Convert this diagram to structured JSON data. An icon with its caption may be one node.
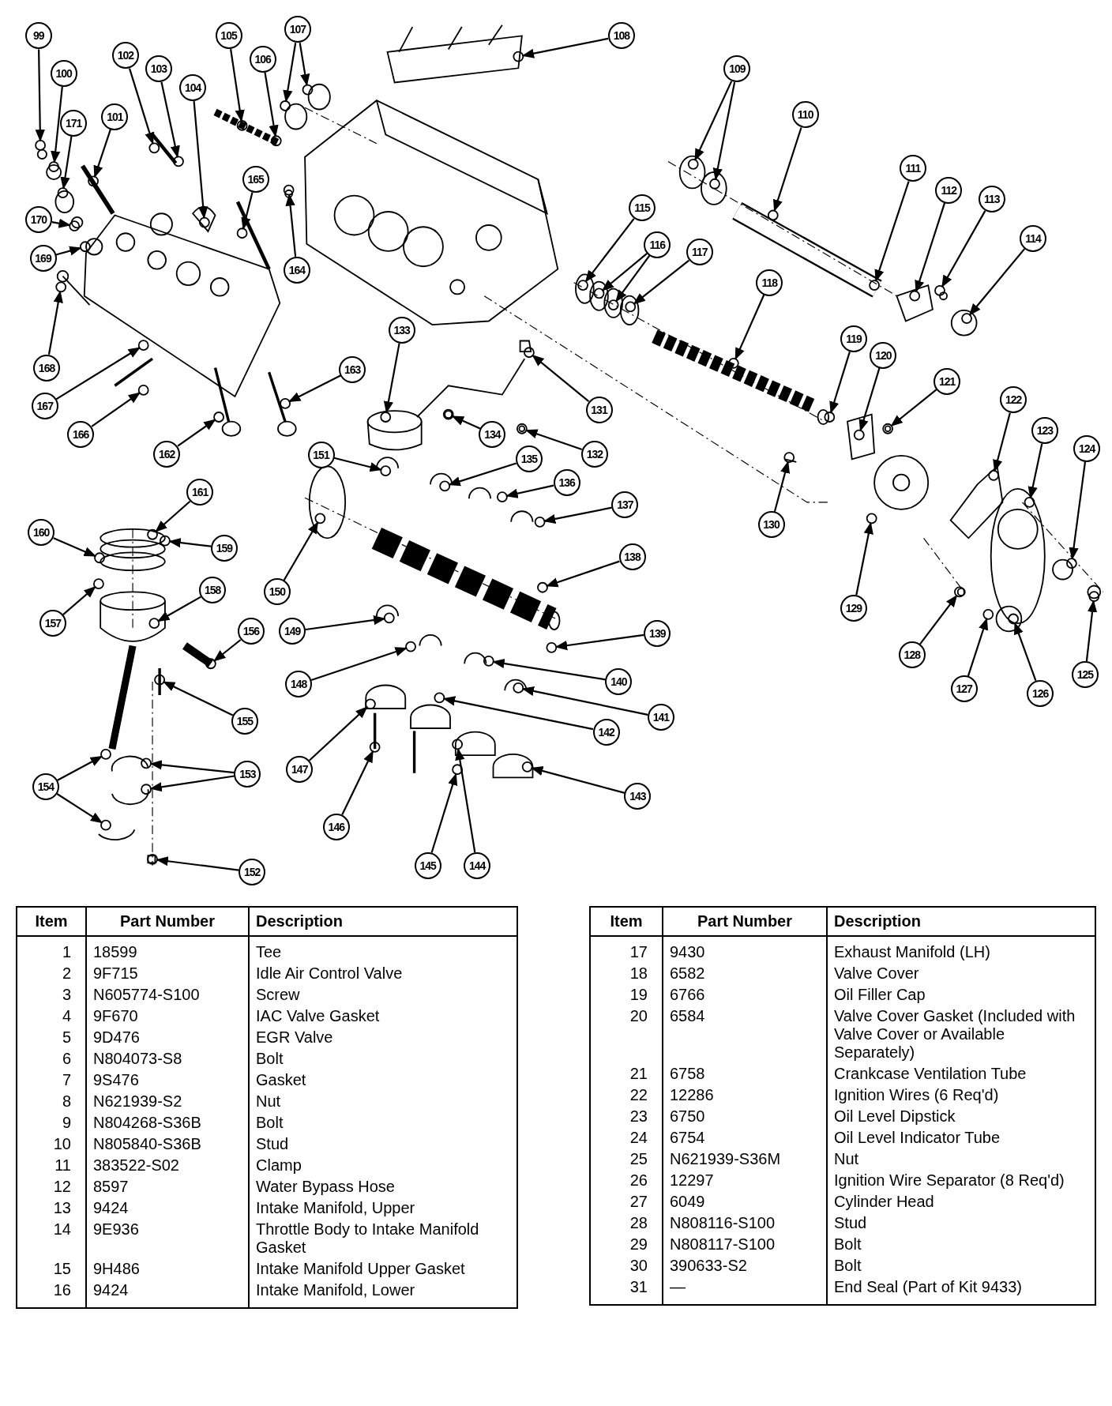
{
  "diagram": {
    "nodes": [
      {
        "text": [
          "99"
        ]
      },
      {
        "text": [
          "100"
        ]
      },
      {
        "text": [
          "101"
        ]
      },
      {
        "text": [
          "102"
        ]
      },
      {
        "text": [
          "103"
        ]
      },
      {
        "text": [
          "104"
        ]
      },
      {
        "text": [
          "105"
        ]
      },
      {
        "text": [
          "106"
        ]
      },
      {
        "text": [
          "107"
        ]
      },
      {
        "text": [
          "108"
        ]
      },
      {
        "text": [
          "109"
        ]
      },
      {
        "text": [
          "110"
        ]
      },
      {
        "text": [
          "111"
        ]
      },
      {
        "text": [
          "112"
        ]
      },
      {
        "text": [
          "113"
        ]
      },
      {
        "text": [
          "114"
        ]
      },
      {
        "text": [
          "115"
        ]
      },
      {
        "text": [
          "116"
        ]
      },
      {
        "text": [
          "117"
        ]
      },
      {
        "text": [
          "118"
        ]
      },
      {
        "text": [
          "119"
        ]
      },
      {
        "text": [
          "120"
        ]
      },
      {
        "text": [
          "121"
        ]
      },
      {
        "text": [
          "122"
        ]
      },
      {
        "text": [
          "123"
        ]
      },
      {
        "text": [
          "124"
        ]
      },
      {
        "text": [
          "125"
        ]
      },
      {
        "text": [
          "126"
        ]
      },
      {
        "text": [
          "127"
        ]
      },
      {
        "text": [
          "128"
        ]
      },
      {
        "text": [
          "129"
        ]
      },
      {
        "text": [
          "130"
        ]
      },
      {
        "text": [
          "131"
        ]
      },
      {
        "text": [
          "132"
        ]
      },
      {
        "text": [
          "133"
        ]
      },
      {
        "text": [
          "134"
        ]
      },
      {
        "text": [
          "135"
        ]
      },
      {
        "text": [
          "136"
        ]
      },
      {
        "text": [
          "137"
        ]
      },
      {
        "text": [
          "138"
        ]
      },
      {
        "text": [
          "139"
        ]
      },
      {
        "text": [
          "140"
        ]
      },
      {
        "text": [
          "141"
        ]
      },
      {
        "text": [
          "142"
        ]
      },
      {
        "text": [
          "143"
        ]
      },
      {
        "text": [
          "144"
        ]
      },
      {
        "text": [
          "145"
        ]
      },
      {
        "text": [
          "146"
        ]
      },
      {
        "text": [
          "147"
        ]
      },
      {
        "text": [
          "148"
        ]
      },
      {
        "text": [
          "149"
        ]
      },
      {
        "text": [
          "150"
        ]
      },
      {
        "text": [
          "151"
        ]
      },
      {
        "text": [
          "152"
        ]
      },
      {
        "text": [
          "153"
        ]
      },
      {
        "text": [
          "154"
        ]
      },
      {
        "text": [
          "155"
        ]
      },
      {
        "text": [
          "156"
        ]
      },
      {
        "text": [
          "157"
        ]
      },
      {
        "text": [
          "158"
        ]
      },
      {
        "text": [
          "159"
        ]
      },
      {
        "text": [
          "160"
        ]
      },
      {
        "text": [
          "161"
        ]
      },
      {
        "text": [
          "162"
        ]
      },
      {
        "text": [
          "163"
        ]
      },
      {
        "text": [
          "164"
        ]
      },
      {
        "text": [
          "165"
        ]
      },
      {
        "text": [
          "166"
        ]
      },
      {
        "text": [
          "167"
        ]
      },
      {
        "text": [
          "168"
        ]
      },
      {
        "text": [
          "169"
        ]
      },
      {
        "text": [
          "170"
        ]
      },
      {
        "text": [
          "171"
        ]
      },
      {
        "text": [],
        "shape": "circle"
      },
      {
        "text": [],
        "shape": "circle"
      },
      {
        "text": [],
        "shape": "circle"
      },
      {
        "text": [],
        "shape": "circle"
      },
      {
        "text": [],
        "shape": "circle"
      },
      {
        "text": [],
        "shape": "circle"
      },
      {
        "text": [],
        "shape": "circle"
      },
      {
        "text": [],
        "shape": "circle"
      },
      {
        "text": [],
        "shape": "circle"
      },
      {
        "text": [],
        "shape": "circle"
      },
      {
        "text": [],
        "shape": "circle"
      },
      {
        "text": [],
        "shape": "circle"
      },
      {
        "text": [],
        "shape": "circle"
      },
      {
        "text": [],
        "shape": "circle"
      },
      {
        "text": [],
        "shape": "circle"
      },
      {
        "text": [],
        "shape": "circle"
      },
      {
        "text": [],
        "shape": "circle"
      },
      {
        "text": [],
        "shape": "circle"
      },
      {
        "text": [],
        "shape": "circle"
      },
      {
        "text": [],
        "shape": "circle"
      },
      {
        "text": [],
        "shape": "circle"
      },
      {
        "text": [],
        "shape": "circle"
      },
      {
        "text": [],
        "shape": "circle"
      },
      {
        "text": [],
        "shape": "circle"
      },
      {
        "text": [],
        "shape": "circle"
      },
      {
        "text": [],
        "shape": "circle"
      },
      {
        "text": [],
        "shape": "circle"
      },
      {
        "text": [],
        "shape": "circle"
      },
      {
        "text": [],
        "shape": "circle"
      },
      {
        "text": [],
        "shape": "circle"
      },
      {
        "text": [],
        "shape": "circle"
      },
      {
        "text": [],
        "shape": "circle"
      },
      {
        "text": [],
        "shape": "circle"
      },
      {
        "text": [],
        "shape": "circle"
      },
      {
        "text": [],
        "shape": "circle"
      },
      {
        "text": [],
        "shape": "circle"
      },
      {
        "text": [],
        "shape": "circle"
      },
      {
        "text": [],
        "shape": "circle"
      },
      {
        "text": [],
        "shape": "circle"
      },
      {
        "text": [],
        "shape": "circle"
      },
      {
        "text": [],
        "shape": "circle"
      },
      {
        "text": [],
        "shape": "circle"
      },
      {
        "text": [],
        "shape": "circle"
      },
      {
        "text": [],
        "shape": "circle"
      },
      {
        "text": [],
        "shape": "circle"
      },
      {
        "text": [],
        "shape": "circle"
      },
      {
        "text": [],
        "shape": "circle"
      },
      {
        "text": [],
        "shape": "circle"
      },
      {
        "text": [],
        "shape": "circle"
      },
      {
        "text": [],
        "shape": "circle"
      },
      {
        "text": [],
        "shape": "circle"
      },
      {
        "text": [],
        "shape": "circle"
      },
      {
        "text": [],
        "shape": "circle"
      },
      {
        "text": [],
        "shape": "circle"
      },
      {
        "text": [],
        "shape": "circle"
      },
      {
        "text": [],
        "shape": "circle"
      },
      {
        "text": [],
        "shape": "circle"
      },
      {
        "text": [],
        "shape": "circle"
      },
      {
        "text": [],
        "shape": "circle"
      },
      {
        "text": [],
        "shape": "circle"
      },
      {
        "text": [],
        "shape": "circle"
      },
      {
        "text": [],
        "shape": "circle"
      },
      {
        "text": [],
        "shape": "circle"
      },
      {
        "text": [],
        "shape": "circle"
      },
      {
        "text": [],
        "shape": "circle"
      },
      {
        "text": [],
        "shape": "circle"
      },
      {
        "text": [],
        "shape": "circle"
      },
      {
        "text": [],
        "shape": "circle"
      },
      {
        "text": [],
        "shape": "circle"
      },
      {
        "text": [],
        "shape": "circle"
      },
      {
        "text": [],
        "shape": "circle"
      },
      {
        "text": [],
        "shape": "circle"
      },
      {
        "text": [],
        "shape": "circle"
      },
      {
        "text": [],
        "shape": "circle"
      },
      {
        "text": [],
        "shape": "circle"
      },
      {
        "text": [],
        "shape": "circle"
      },
      {
        "text": [],
        "shape": "circle"
      },
      {
        "text": [],
        "shape": "circle"
      }
    ],
    "edges": [
      {
        "from": 0,
        "to": 73,
        "arrow": "to"
      },
      {
        "from": 1,
        "to": 74,
        "arrow": "to"
      },
      {
        "from": 2,
        "to": 75,
        "arrow": "to"
      },
      {
        "from": 3,
        "to": 76,
        "arrow": "to"
      },
      {
        "from": 4,
        "to": 77,
        "arrow": "to"
      },
      {
        "from": 5,
        "to": 78,
        "arrow": "to"
      },
      {
        "from": 6,
        "to": 79,
        "arrow": "to"
      },
      {
        "from": 7,
        "to": 80,
        "arrow": "to"
      },
      {
        "from": 8,
        "to": 81,
        "arrow": "to"
      },
      {
        "from": 8,
        "to": 82,
        "arrow": "to"
      },
      {
        "from": 9,
        "to": 83,
        "arrow": "to"
      },
      {
        "from": 10,
        "to": 84,
        "arrow": "to"
      },
      {
        "from": 10,
        "to": 85,
        "arrow": "to"
      },
      {
        "from": 11,
        "to": 86,
        "arrow": "to"
      },
      {
        "from": 12,
        "to": 87,
        "arrow": "to"
      },
      {
        "from": 13,
        "to": 88,
        "arrow": "to"
      },
      {
        "from": 14,
        "to": 89,
        "arrow": "to"
      },
      {
        "from": 15,
        "to": 90,
        "arrow": "to"
      },
      {
        "from": 16,
        "to": 91,
        "arrow": "to"
      },
      {
        "from": 17,
        "to": 92,
        "arrow": "to"
      },
      {
        "from": 17,
        "to": 93,
        "arrow": "to"
      },
      {
        "from": 18,
        "to": 94,
        "arrow": "to"
      },
      {
        "from": 19,
        "to": 95,
        "arrow": "to"
      },
      {
        "from": 20,
        "to": 96,
        "arrow": "to"
      },
      {
        "from": 21,
        "to": 97,
        "arrow": "to"
      },
      {
        "from": 22,
        "to": 98,
        "arrow": "to"
      },
      {
        "from": 23,
        "to": 99,
        "arrow": "to"
      },
      {
        "from": 24,
        "to": 100,
        "arrow": "to"
      },
      {
        "from": 25,
        "to": 101,
        "arrow": "to"
      },
      {
        "from": 26,
        "to": 102,
        "arrow": "to"
      },
      {
        "from": 27,
        "to": 103,
        "arrow": "to"
      },
      {
        "from": 28,
        "to": 104,
        "arrow": "to"
      },
      {
        "from": 29,
        "to": 105,
        "arrow": "to"
      },
      {
        "from": 30,
        "to": 106,
        "arrow": "to"
      },
      {
        "from": 31,
        "to": 107,
        "arrow": "to"
      },
      {
        "from": 32,
        "to": 108,
        "arrow": "to"
      },
      {
        "from": 33,
        "to": 109,
        "arrow": "to"
      },
      {
        "from": 34,
        "to": 110,
        "arrow": "to"
      },
      {
        "from": 35,
        "to": 111,
        "arrow": "to"
      },
      {
        "from": 36,
        "to": 112,
        "arrow": "to"
      },
      {
        "from": 37,
        "to": 113,
        "arrow": "to"
      },
      {
        "from": 38,
        "to": 114,
        "arrow": "to"
      },
      {
        "from": 39,
        "to": 115,
        "arrow": "to"
      },
      {
        "from": 40,
        "to": 116,
        "arrow": "to"
      },
      {
        "from": 41,
        "to": 117,
        "arrow": "to"
      },
      {
        "from": 42,
        "to": 118,
        "arrow": "to"
      },
      {
        "from": 43,
        "to": 119,
        "arrow": "to"
      },
      {
        "from": 44,
        "to": 120,
        "arrow": "to"
      },
      {
        "from": 45,
        "to": 121,
        "arrow": "to"
      },
      {
        "from": 46,
        "to": 122,
        "arrow": "to"
      },
      {
        "from": 47,
        "to": 123,
        "arrow": "to"
      },
      {
        "from": 48,
        "to": 124,
        "arrow": "to"
      },
      {
        "from": 49,
        "to": 125,
        "arrow": "to"
      },
      {
        "from": 50,
        "to": 126,
        "arrow": "to"
      },
      {
        "from": 51,
        "to": 127,
        "arrow": "to"
      },
      {
        "from": 52,
        "to": 128,
        "arrow": "to"
      },
      {
        "from": 53,
        "to": 129,
        "arrow": "to"
      },
      {
        "from": 54,
        "to": 130,
        "arrow": "to"
      },
      {
        "from": 54,
        "to": 131,
        "arrow": "to"
      },
      {
        "from": 55,
        "to": 132,
        "arrow": "to"
      },
      {
        "from": 55,
        "to": 133,
        "arrow": "to"
      },
      {
        "from": 56,
        "to": 134,
        "arrow": "to"
      },
      {
        "from": 57,
        "to": 135,
        "arrow": "to"
      },
      {
        "from": 58,
        "to": 136,
        "arrow": "to"
      },
      {
        "from": 59,
        "to": 137,
        "arrow": "to"
      },
      {
        "from": 60,
        "to": 138,
        "arrow": "to"
      },
      {
        "from": 61,
        "to": 139,
        "arrow": "to"
      },
      {
        "from": 62,
        "to": 140,
        "arrow": "to"
      },
      {
        "from": 63,
        "to": 141,
        "arrow": "to"
      },
      {
        "from": 64,
        "to": 142,
        "arrow": "to"
      },
      {
        "from": 65,
        "to": 143,
        "arrow": "to"
      },
      {
        "from": 66,
        "to": 144,
        "arrow": "to"
      },
      {
        "from": 67,
        "to": 145,
        "arrow": "to"
      },
      {
        "from": 68,
        "to": 146,
        "arrow": "to"
      },
      {
        "from": 69,
        "to": 147,
        "arrow": "to"
      },
      {
        "from": 70,
        "to": 148,
        "arrow": "to"
      },
      {
        "from": 71,
        "to": 149,
        "arrow": "to"
      },
      {
        "from": 72,
        "to": 150,
        "arrow": "to"
      }
    ],
    "labels": [
      "Item",
      "Part Number",
      "Description",
      "1",
      "18599",
      "Tee",
      "2",
      "9F715",
      "Idle Air Control Valve",
      "3",
      "N605774-S100",
      "Screw",
      "4",
      "9F670",
      "IAC Valve Gasket",
      "5",
      "9D476",
      "EGR Valve",
      "6",
      "N804073-S8",
      "Bolt",
      "7",
      "9S476",
      "Gasket",
      "8",
      "N621939-S2",
      "Nut",
      "9",
      "N804268-S36B",
      "Bolt",
      "10",
      "N805840-S36B",
      "Stud",
      "11",
      "383522-S02",
      "Clamp",
      "12",
      "8597",
      "Water Bypass Hose",
      "13",
      "9424",
      "Intake Manifold, Upper",
      "14",
      "9E936",
      "Throttle Body to Intake Manifold Gasket",
      "15",
      "9H486",
      "Intake Manifold Upper Gasket",
      "16",
      "9424",
      "Intake Manifold, Lower",
      "Item",
      "Part Number",
      "Description",
      "17",
      "9430",
      "Exhaust Manifold (LH)",
      "18",
      "6582",
      "Valve Cover",
      "19",
      "6766",
      "Oil Filler Cap",
      "20",
      "6584",
      "Valve Cover Gasket (Included with Valve Cover or Available Separately)",
      "21",
      "6758",
      "Crankcase Ventilation Tube",
      "22",
      "12286",
      "Ignition Wires (6 Req'd)",
      "23",
      "6750",
      "Oil Level Dipstick",
      "24",
      "6754",
      "Oil Level Indicator Tube",
      "25",
      "N621939-S36M",
      "Nut",
      "26",
      "12297",
      "Ignition Wire Separator (8 Req'd)",
      "27",
      "6049",
      "Cylinder Head",
      "28",
      "N808116-S100",
      "Stud",
      "29",
      "N808117-S100",
      "Bolt",
      "30",
      "390633-S2",
      "Bolt",
      "31",
      "—",
      "End Seal (Part of Kit 9433)"
    ]
  }
}
